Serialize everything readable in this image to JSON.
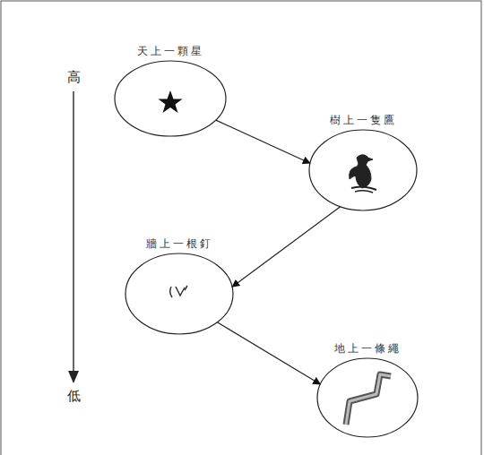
{
  "diagram": {
    "nodes": [
      {
        "text": [
          "天上一顆星"
        ]
      },
      {
        "text": [
          "樹上一隻鷹"
        ]
      },
      {
        "text": [
          "牆上一根釘"
        ]
      },
      {
        "text": [
          "地上一條繩"
        ]
      }
    ],
    "edges": [
      {
        "from": 0,
        "to": 1,
        "arrow": "to"
      },
      {
        "from": 1,
        "to": 2,
        "arrow": "to"
      },
      {
        "from": 2,
        "to": 3,
        "arrow": "to"
      }
    ],
    "labels": [
      "高",
      "低"
    ]
  }
}
